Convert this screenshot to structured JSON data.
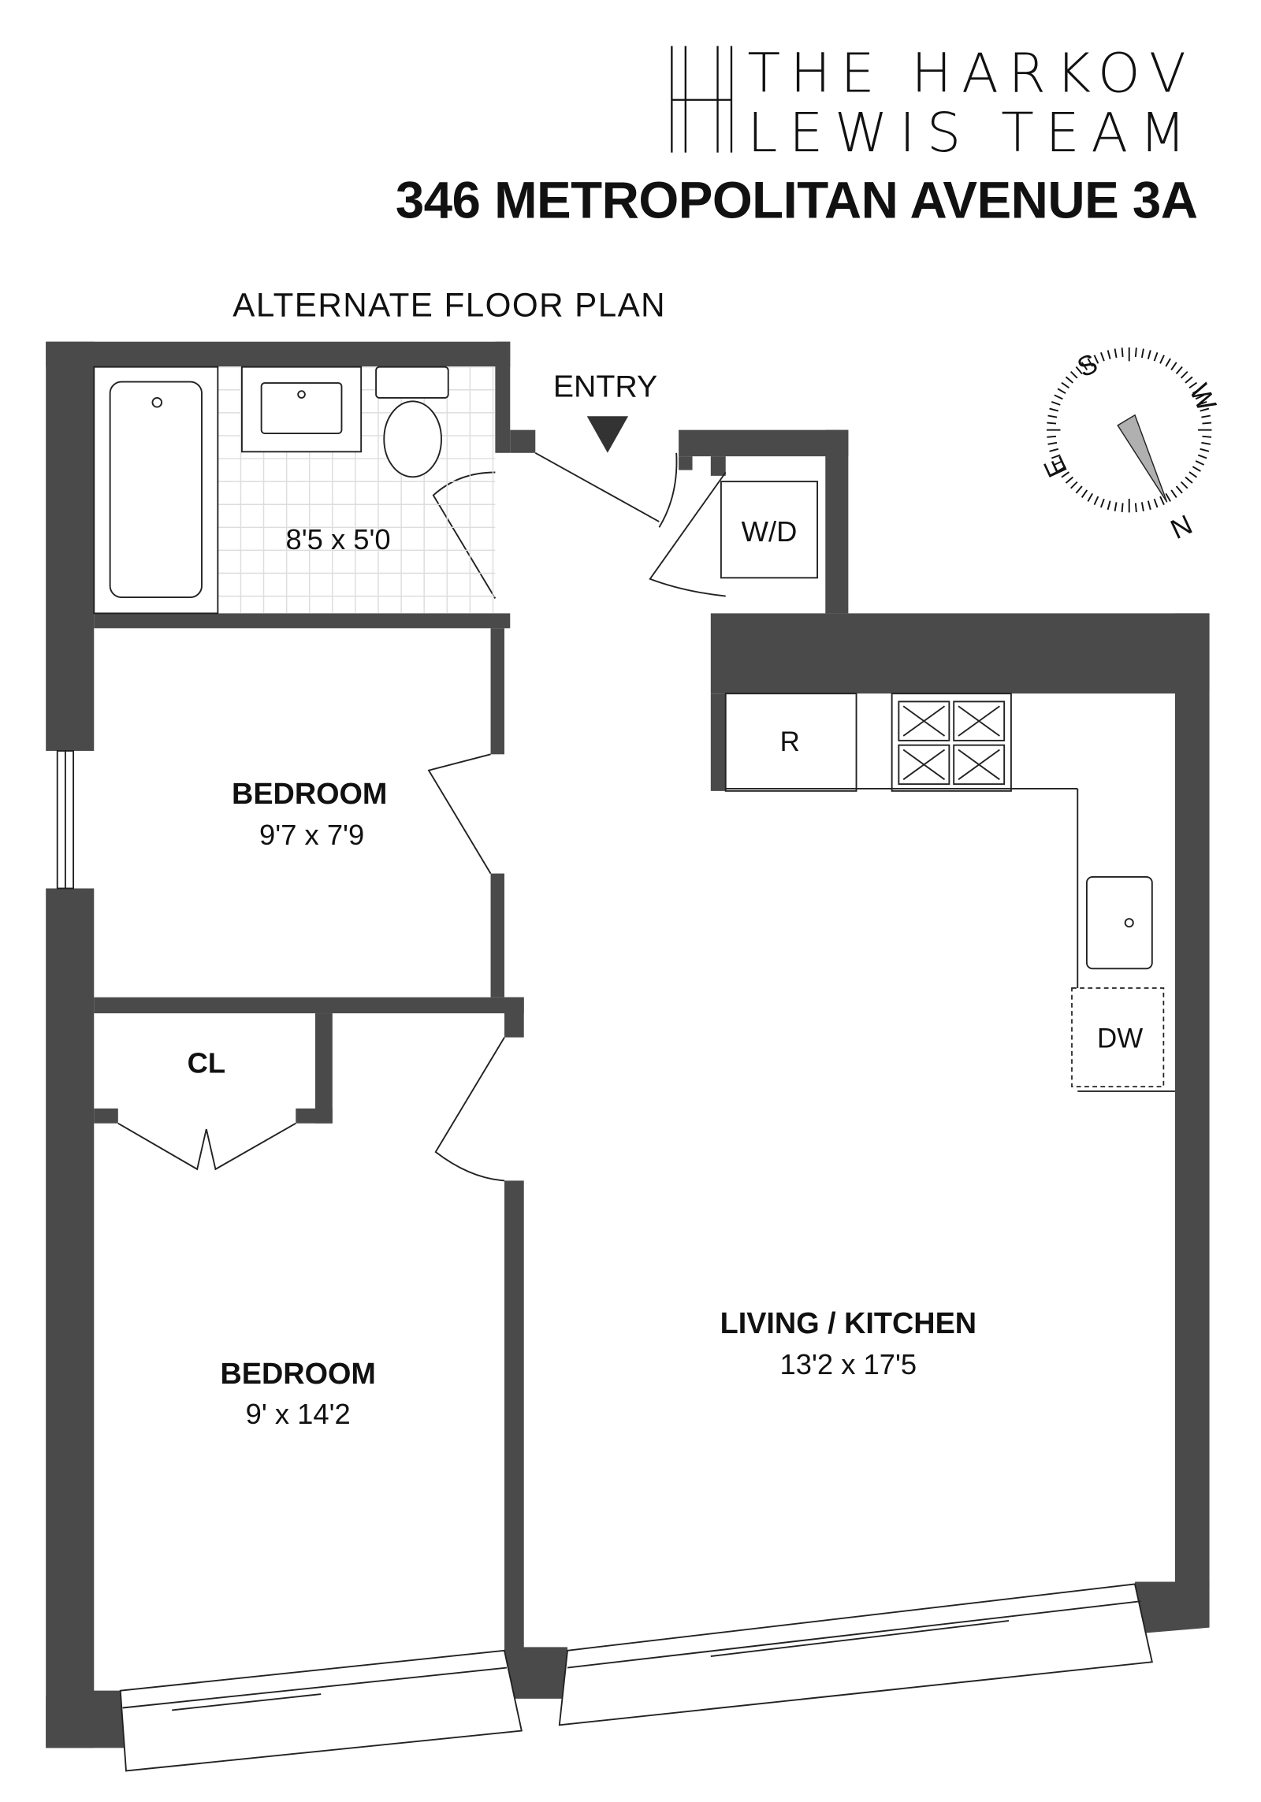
{
  "brand": {
    "line1": "THE HARKOV",
    "line2": "LEWIS TEAM",
    "logo_icon": "hl-monogram-icon"
  },
  "address": "346 METROPOLITAN AVENUE 3A",
  "plan_title": "ALTERNATE FLOOR PLAN",
  "entry_label": "ENTRY",
  "rooms": {
    "bath": {
      "dims": "8'5 x 5'0"
    },
    "bedroom1": {
      "name": "BEDROOM",
      "dims": "9'7 x 7'9"
    },
    "closet": {
      "name": "CL"
    },
    "bedroom2": {
      "name": "BEDROOM",
      "dims": "9' x 14'2"
    },
    "living": {
      "name": "LIVING / KITCHEN",
      "dims": "13'2 x 17'5"
    },
    "wd": {
      "name": "W/D"
    }
  },
  "appliances": {
    "fridge": "R",
    "dishwasher": "DW"
  },
  "compass": {
    "n": "N",
    "s": "S",
    "e": "E",
    "w": "W"
  },
  "colors": {
    "wall": "#4a4a4a",
    "needle": "#b0b0b0"
  }
}
